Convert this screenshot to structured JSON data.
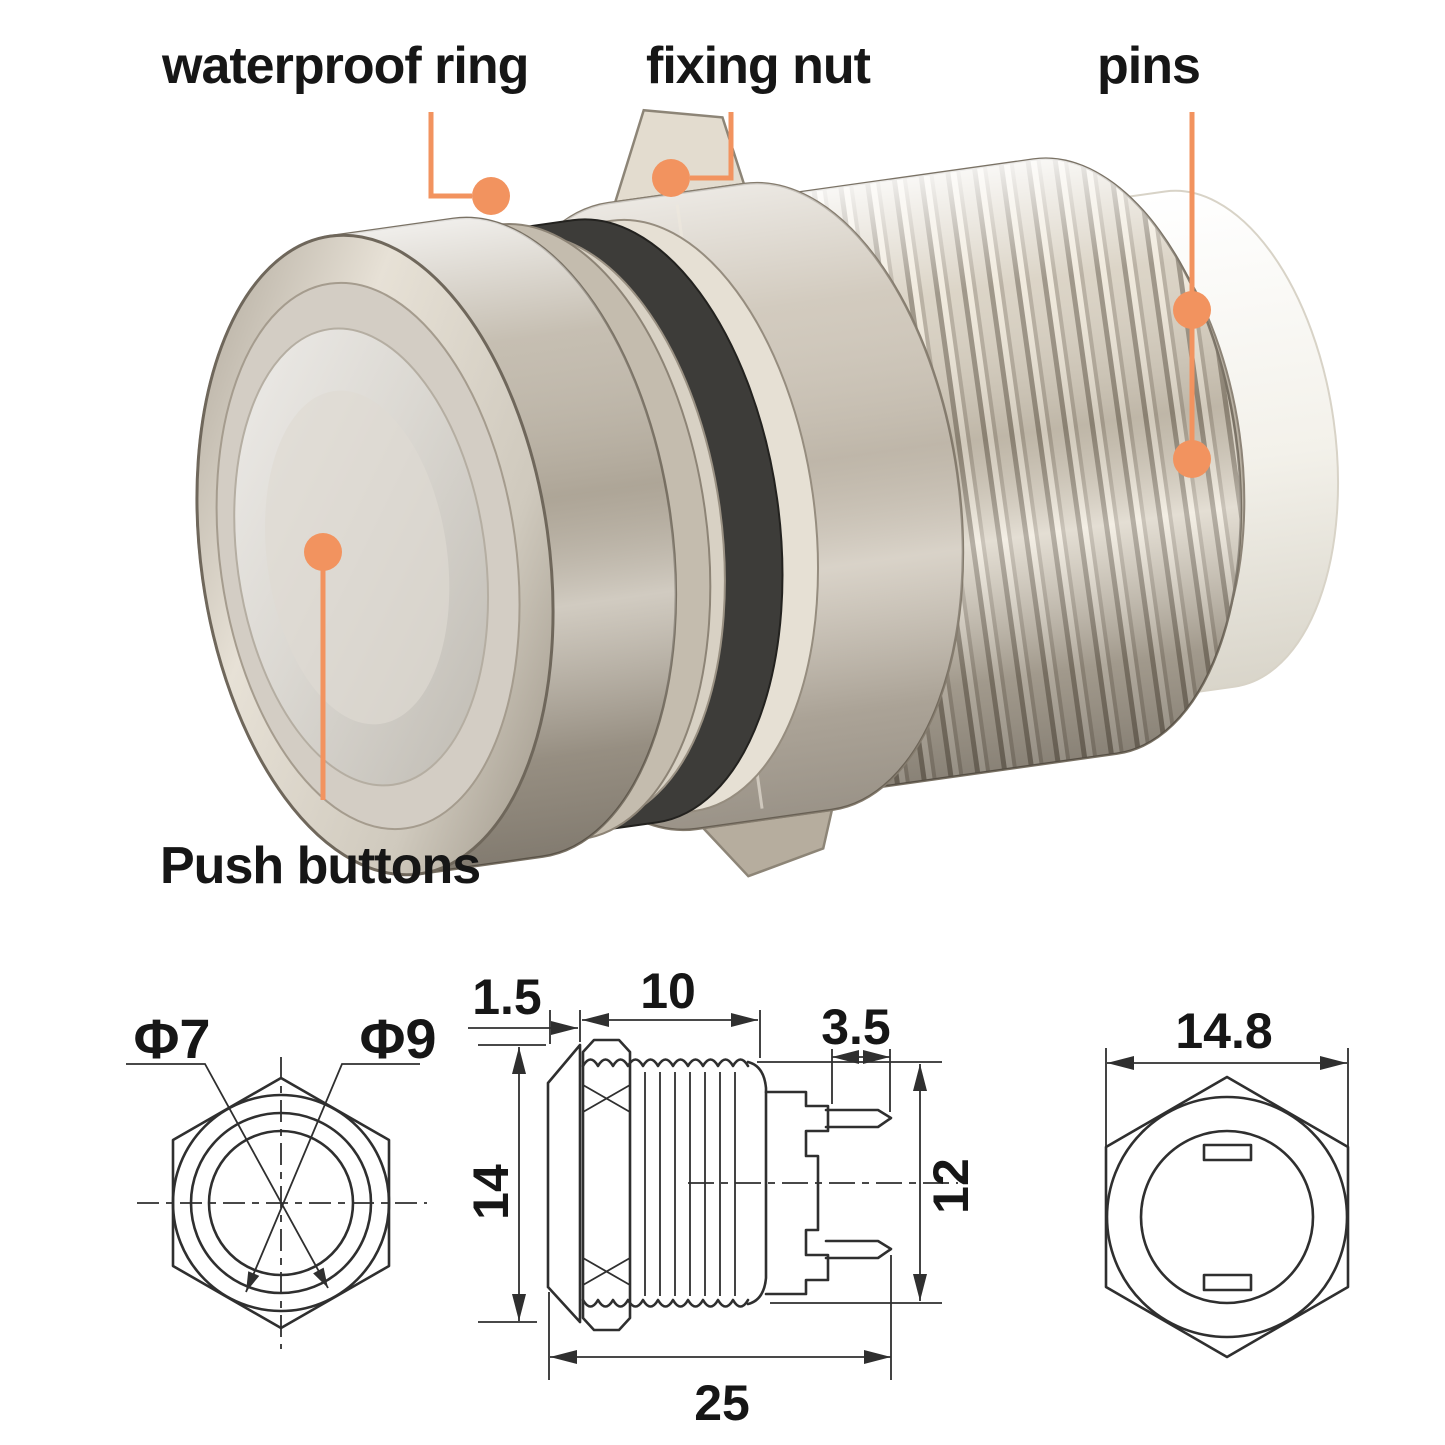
{
  "annotations": {
    "waterproof_ring": "waterproof ring",
    "fixing_nut": "fixing nut",
    "pins": "pins",
    "push_buttons": "Push buttons"
  },
  "drawings": {
    "front_view": {
      "phi_inner": "Φ7",
      "phi_outer": "Φ9"
    },
    "side_view": {
      "lip": "1.5",
      "thread_length": "10",
      "pin_length": "3.5",
      "head_diameter": "14",
      "body_diameter": "12",
      "total_length": "25"
    },
    "rear_view": {
      "across_flats": "14.8"
    }
  },
  "colors": {
    "accent_orange": "#F2935F",
    "label_ink": "#161616",
    "drawing_line": "#2f2f2f",
    "oring_black": "#3d3c39",
    "plastic_white": "#f6f4ee",
    "metal_highlight": "#efe9dd",
    "metal_shadow": "#756c5f"
  }
}
